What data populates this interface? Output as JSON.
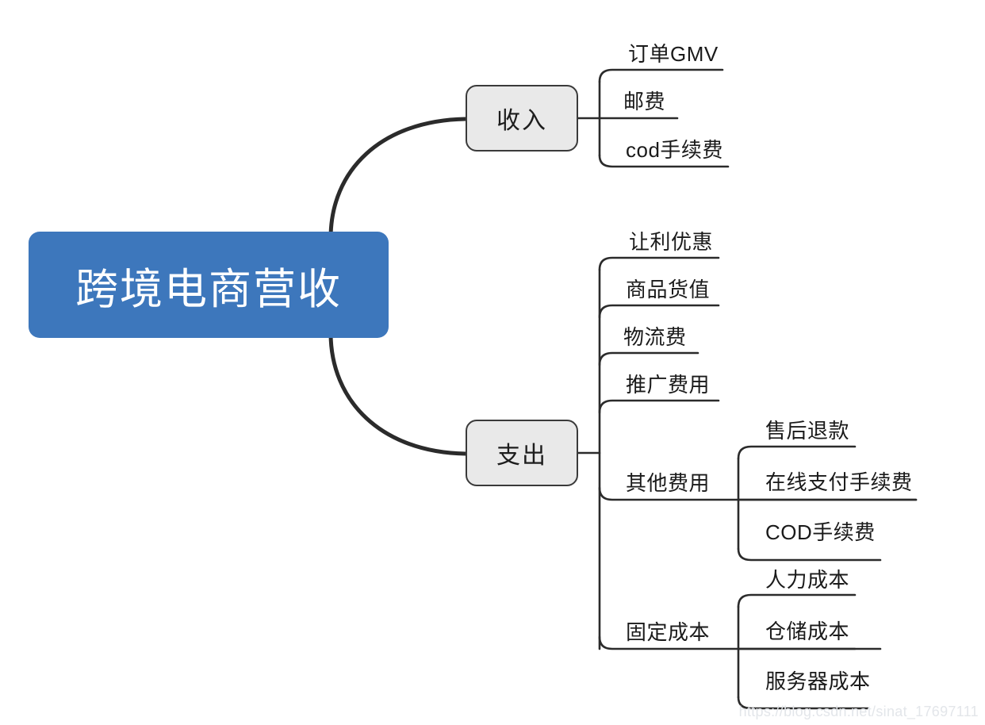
{
  "diagram": {
    "type": "mindmap",
    "title": "跨境电商营收",
    "watermark": "https://blog.csdn.net/sinat_17697111",
    "colors": {
      "root_fill": "#3d77bc",
      "root_text": "#ffffff",
      "branch_fill": "#e9e9e9",
      "branch_border": "#3a3a3a",
      "line": "#2b2b2b",
      "leaf_text": "#1a1a1a",
      "watermark": "#e3e6ea",
      "background": "#ffffff"
    },
    "root": {
      "label": "跨境电商营收"
    },
    "branches": [
      {
        "label": "收入",
        "children": [
          {
            "label": "订单GMV"
          },
          {
            "label": "邮费"
          },
          {
            "label": "cod手续费"
          }
        ]
      },
      {
        "label": "支出",
        "children": [
          {
            "label": "让利优惠"
          },
          {
            "label": "商品货值"
          },
          {
            "label": "物流费"
          },
          {
            "label": "推广费用"
          },
          {
            "label": "其他费用",
            "children": [
              {
                "label": "售后退款"
              },
              {
                "label": "在线支付手续费"
              },
              {
                "label": "COD手续费"
              }
            ]
          },
          {
            "label": "固定成本",
            "children": [
              {
                "label": "人力成本"
              },
              {
                "label": "仓储成本"
              },
              {
                "label": "服务器成本"
              }
            ]
          }
        ]
      }
    ]
  }
}
